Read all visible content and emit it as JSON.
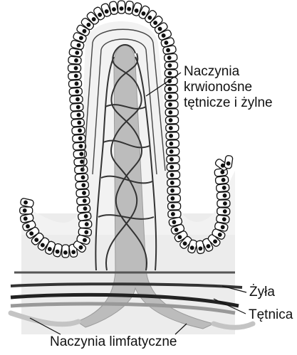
{
  "labels": {
    "blood_vessels": [
      "Naczynia",
      "krwionośne",
      "tętnicze i żylne"
    ],
    "vein": "Żyła",
    "artery": "Tętnica",
    "lymphatic_vessels": "Naczynia limfatyczne"
  }
}
